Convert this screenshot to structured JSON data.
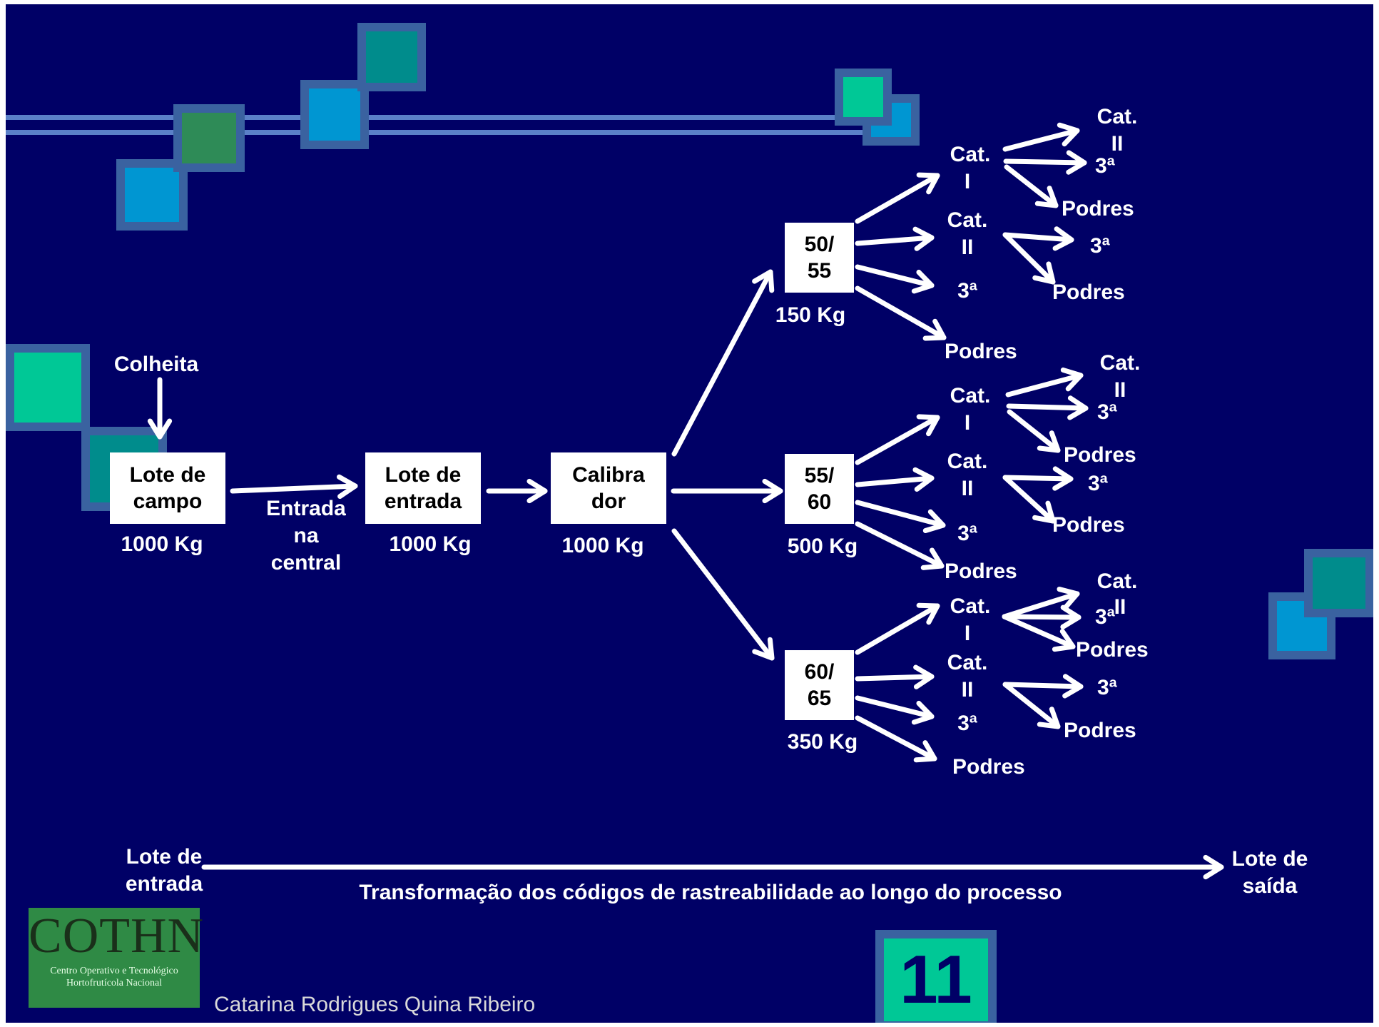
{
  "colors": {
    "background": "#000066",
    "line": "#ffffff",
    "box": "#ffffff",
    "accent_teal": "#008c8c",
    "accent_green": "#2e8b57",
    "accent_blue": "#0096d2",
    "accent_mint": "#00c896"
  },
  "start": {
    "label": "Colheita"
  },
  "stages": [
    {
      "label_line1": "Lote de",
      "label_line2": "campo",
      "weight": "1000 Kg"
    },
    {
      "label_line1": "Lote de",
      "label_line2": "entrada",
      "weight": "1000 Kg"
    },
    {
      "label_line1": "Calibra",
      "label_line2": "dor",
      "weight": "1000 Kg"
    }
  ],
  "transition": {
    "line1": "Entrada",
    "line2": "na",
    "line3": "central"
  },
  "calibres": [
    {
      "line1": "50/",
      "line2": "55",
      "weight": "150 Kg"
    },
    {
      "line1": "55/",
      "line2": "60",
      "weight": "500 Kg"
    },
    {
      "line1": "60/",
      "line2": "65",
      "weight": "350 Kg"
    }
  ],
  "categories": {
    "cat1_l1": "Cat.",
    "cat1_l2": "I",
    "cat2_l1": "Cat.",
    "cat2_l2": "II",
    "third": "3ª",
    "rotten": "Podres"
  },
  "bottom": {
    "left_line1": "Lote de",
    "left_line2": "entrada",
    "right_line1": "Lote de",
    "right_line2": "saída",
    "caption": "Transformação dos códigos de rastreabilidade ao longo do processo"
  },
  "logo": {
    "name": "COTHN",
    "subtitle_line1": "Centro Operativo e Tecnológico",
    "subtitle_line2": "Hortofrutícola Nacional"
  },
  "author": "Catarina Rodrigues Quina Ribeiro",
  "page_number": "11"
}
